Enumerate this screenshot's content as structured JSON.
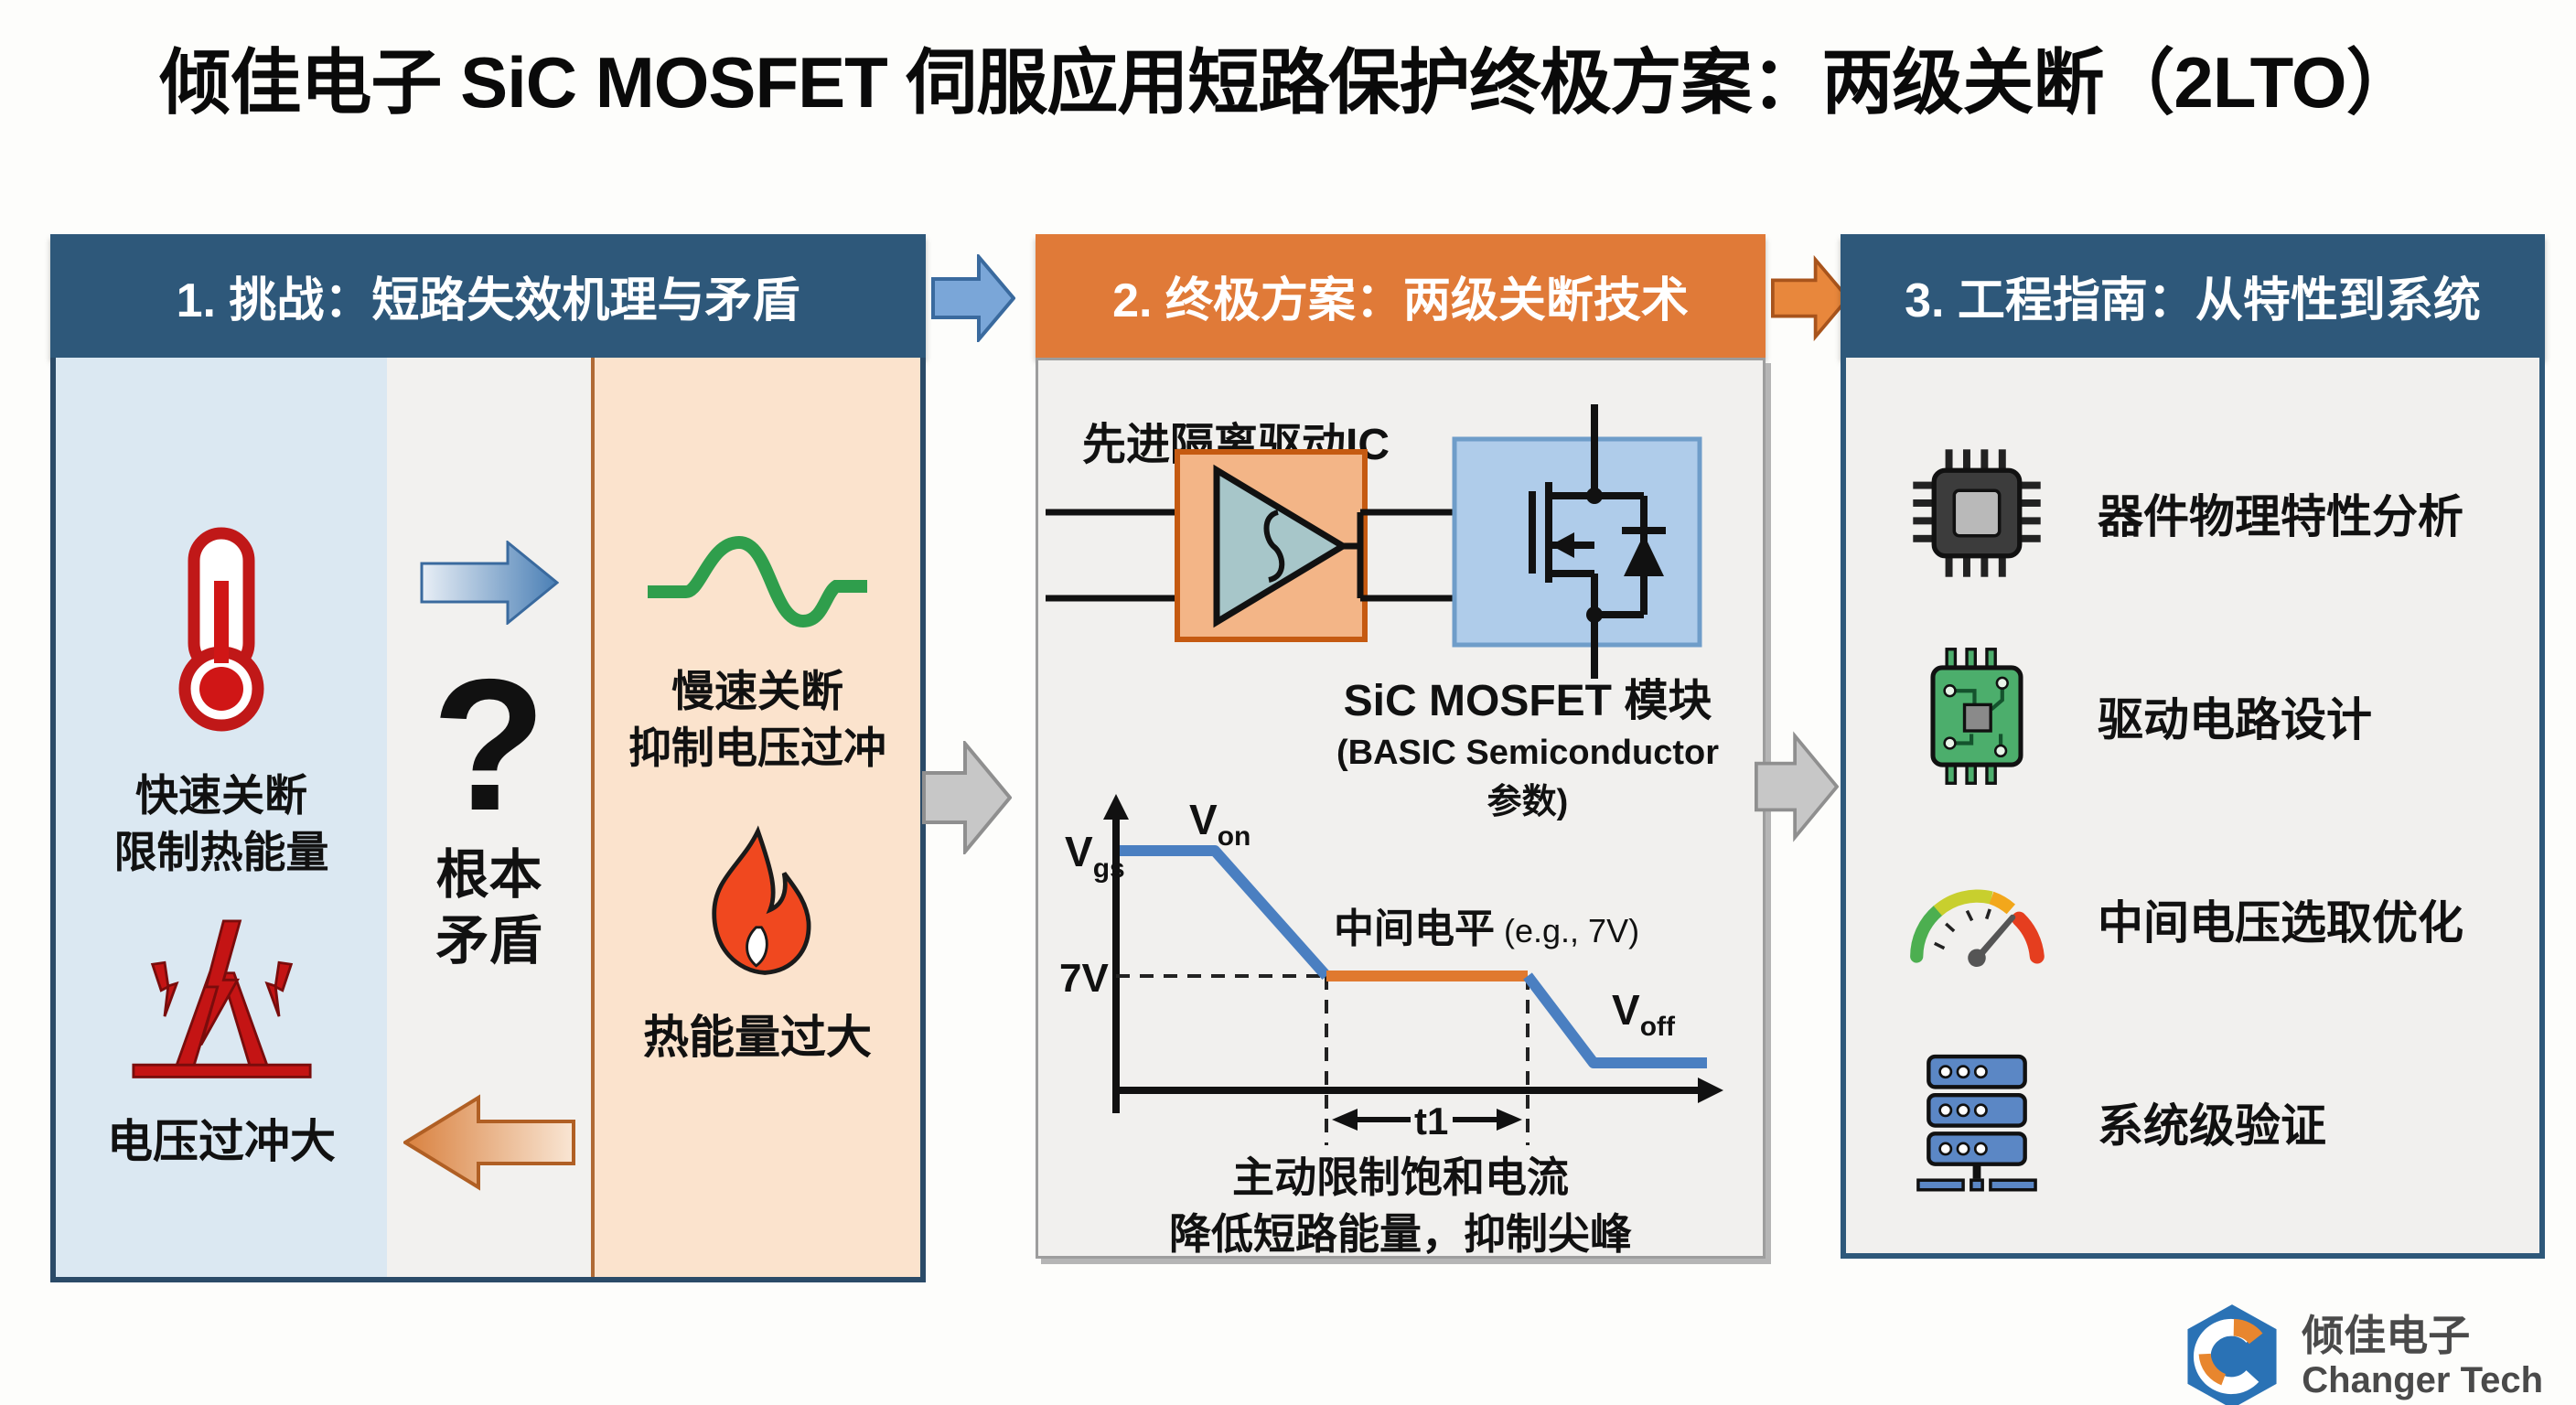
{
  "title": "倾佳电子 SiC MOSFET 伺服应用短路保护终极方案：两级关断（2LTO）",
  "panel1": {
    "header": "1. 挑战：短路失效机理与矛盾",
    "fast_line1": "快速关断",
    "fast_line2": "限制热能量",
    "overshoot": "电压过冲大",
    "question_mark": "?",
    "contradiction_line1": "根本",
    "contradiction_line2": "矛盾",
    "slow_line1": "慢速关断",
    "slow_line2": "抑制电压过冲",
    "thermal": "热能量过大"
  },
  "panel2": {
    "header": "2. 终极方案：两级关断技术",
    "driver_label": "先进隔离驱动IC",
    "module_line1": "SiC MOSFET 模块",
    "module_line2": "(BASIC Semiconductor",
    "module_line3": "参数)",
    "waveform": {
      "y_axis_v": "V",
      "y_axis_sub": "gs",
      "von_v": "V",
      "von_sub": "on",
      "voff_v": "V",
      "voff_sub": "off",
      "level_label": "7V",
      "mid_level_label": "中间电平",
      "mid_level_note": " (e.g., 7V)",
      "t1_label": "t1",
      "levels": {
        "start": "Von",
        "intermediate": "7V",
        "end": "Voff"
      }
    },
    "caption_line1": "主动限制饱和电流",
    "caption_line2": "降低短路能量，抑制尖峰"
  },
  "panel3": {
    "header": "3. 工程指南：从特性到系统",
    "items": [
      {
        "icon": "chip-icon",
        "label": "器件物理特性分析"
      },
      {
        "icon": "pcb-icon",
        "label": "驱动电路设计"
      },
      {
        "icon": "gauge-icon",
        "label": "中间电压选取优化"
      },
      {
        "icon": "server-icon",
        "label": "系统级验证"
      }
    ]
  },
  "logo": {
    "cn": "倾佳电子",
    "en": "Changer Tech"
  },
  "colors": {
    "header_blue": "#2e587a",
    "header_orange": "#e07a38",
    "col_blue_bg": "#dbe8f2",
    "col_orange_bg": "#fbe3cd",
    "icon_red": "#c41414",
    "sine_green": "#2f9e4c",
    "flame_orange": "#f0481f",
    "wave_blue": "#4a7fc1",
    "wave_orange": "#e0792f",
    "driver_box_fill": "#f3b587",
    "driver_box_border": "#c55a11",
    "mosfet_box_fill": "#afccea",
    "server_blue": "#5b87c5",
    "pcb_green": "#4cae6c",
    "logo_blue": "#2a72b5",
    "logo_orange": "#e8862e"
  }
}
